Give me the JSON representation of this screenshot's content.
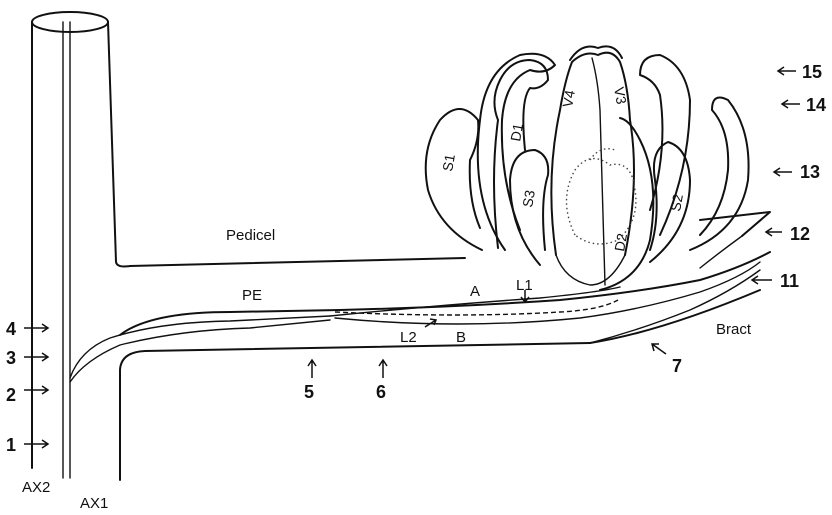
{
  "labels": {
    "pedicel": "Pedicel",
    "pe": "PE",
    "bract": "Bract",
    "a": "A",
    "b": "B",
    "l1": "L1",
    "l2": "L2",
    "ax1": "AX1",
    "ax2": "AX2"
  },
  "organs": {
    "s1": "S1",
    "s2": "S2",
    "s3": "S3",
    "d1": "D1",
    "d2": "D2",
    "v3": "V3",
    "v4": "V4"
  },
  "levels": {
    "l1": "1",
    "l2": "2",
    "l3": "3",
    "l4": "4",
    "l5": "5",
    "l6": "6",
    "l7": "7",
    "l11": "11",
    "l12": "12",
    "l13": "13",
    "l14": "14",
    "l15": "15"
  }
}
